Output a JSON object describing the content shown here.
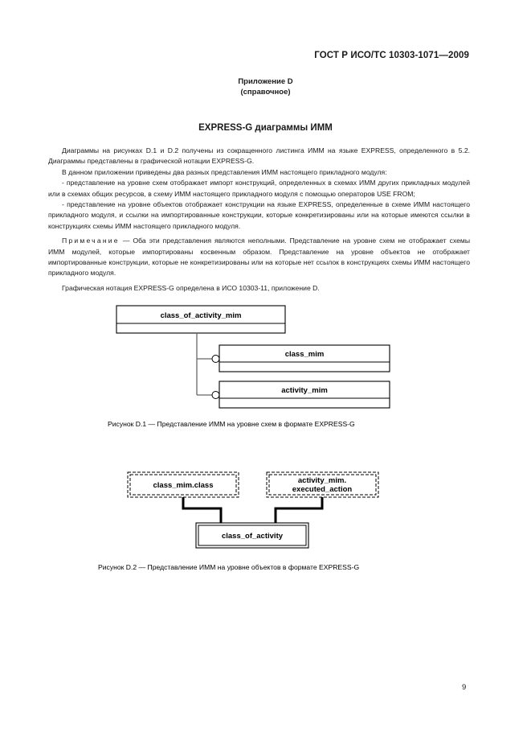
{
  "header": {
    "standard_id": "ГОСТ Р ИСО/ТС 10303-1071—2009"
  },
  "annex": {
    "label": "Приложение D",
    "kind": "(справочное)"
  },
  "section_title": "EXPRESS-G диаграммы ИММ",
  "body": {
    "p1": "Диаграммы на рисунках D.1 и D.2 получены из сокращенного листинга ИММ на языке EXPRESS, определенного в 5.2. Диаграммы представлены в графической нотации EXPRESS-G.",
    "p2": "В данном приложении приведены два разных представления ИММ настоящего прикладного модуля:",
    "p3": "- представление на уровне схем отображает импорт конструкций, определенных в схемах ИММ других прикладных модулей или в схемах общих ресурсов, в схему ИММ настоящего прикладного модуля с помощью операторов USE FROM;",
    "p4": "- представление на уровне объектов отображает конструкции на языке EXPRESS, определенные в схеме ИММ настоящего прикладного модуля, и ссылки на импортированные конструкции, которые конкретизированы или на которые имеются ссылки в конструкциях схемы ИММ настоящего прикладного модуля.",
    "note_label": "Примечание",
    "note_text": "— Оба эти представления являются неполными. Представление на уровне схем не отображает схемы ИММ модулей, которые импортированы косвенным образом. Представление на уровне объектов не отображает импортированные конструкции, которые не конкретизированы или на которые нет ссылок в конструкциях схемы ИММ настоящего прикладного модуля.",
    "p5": "Графическая нотация EXPRESS-G определена в ИСО 10303-11, приложение D."
  },
  "figure1": {
    "main_schema": "class_of_activity_mim",
    "used_schemas": [
      "class_mim",
      "activity_mim"
    ],
    "caption": "Рисунок D.1 — Представление ИММ на уровне схем в формате EXPRESS-G"
  },
  "figure2": {
    "imported_left": "class_mim.class",
    "imported_right_line1": "activity_mim.",
    "imported_right_line2": "executed_action",
    "entity": "class_of_activity",
    "caption": "Рисунок D.2 — Представление ИММ на уровне объектов в формате EXPRESS-G"
  },
  "page_number": "9"
}
